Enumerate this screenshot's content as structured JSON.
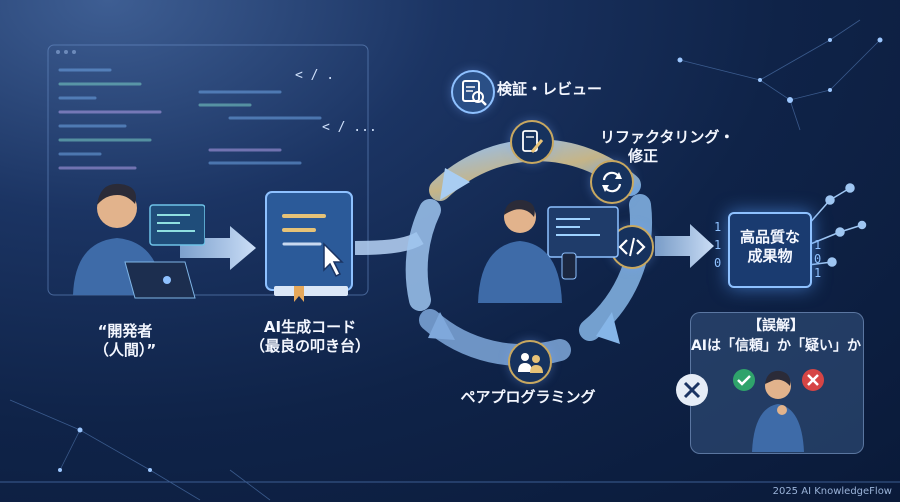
{
  "figure": {
    "developer": {
      "line1": "“開発者",
      "line2": "（人間）”"
    },
    "ai_code": {
      "line1": "AI生成コード",
      "line2": "（最良の叩き台）"
    },
    "review": {
      "label": "検証・レビュー"
    },
    "refactor": {
      "line1": "リファクタリング・",
      "line2": "修正"
    },
    "pair": {
      "label": "ペアプログラミング"
    },
    "quality": {
      "line1": "高品質な",
      "line2": "成果物",
      "bits_left": [
        "1",
        "1",
        "0"
      ],
      "bits_right": [
        "1",
        "0",
        "1"
      ]
    },
    "misconception": {
      "title": "【誤解】",
      "text": "AIは「信頼」か「疑い」か"
    },
    "code_tags": [
      "< / .",
      "< / ..."
    ],
    "footer": "2025 AI KnowledgeFlow"
  },
  "colors": {
    "background": "#0f2348",
    "accent_blue": "#8ec1ff",
    "gold": "#c8a860",
    "check_green": "#2fa36b",
    "cross_red": "#d64545"
  },
  "icons": [
    "developer-laptop",
    "book-with-cursor",
    "document-magnifier",
    "edit-pencil",
    "refresh",
    "code-brackets",
    "people",
    "checkmark",
    "cross"
  ]
}
